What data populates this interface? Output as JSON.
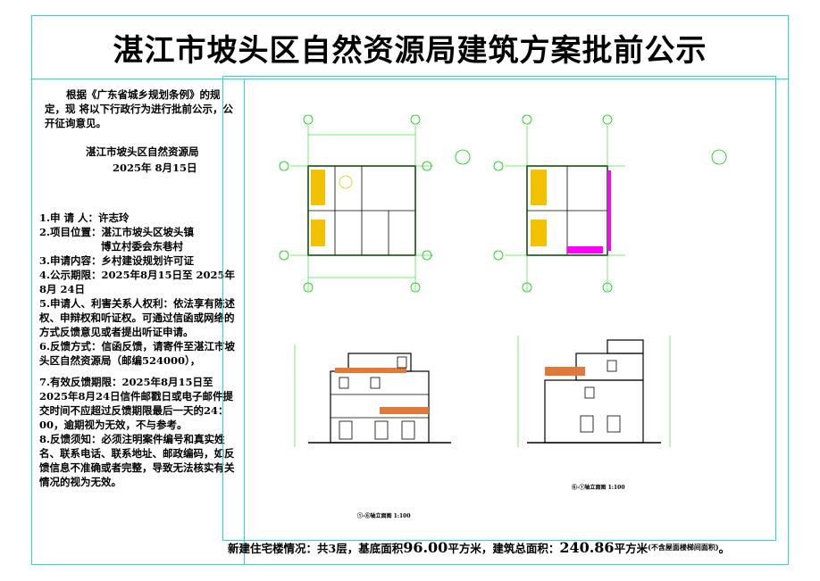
{
  "header": {
    "title": "湛江市坡头区自然资源局建筑方案批前公示"
  },
  "notice": {
    "intro": "根据《广东省城乡规划条例》的规定，现 将以下行政行为进行批前公示，公开征询意见。",
    "issuer": "湛江市坡头区自然资源局",
    "date": "2025年 8月15日"
  },
  "items": [
    "1.申 请 人：许志玲",
    "2.项目位置：湛江市坡头区坡头镇",
    "　　　　　　博立村委会东巷村",
    "3.申请内容：乡村建设规划许可证",
    "4.公示期限：2025年8月15日至 2025年8月 24日",
    "5.申请人、利害关系人权利：依法享有陈述权、申辩权和听证权。可通过信函或网络的方式反馈意见或者提出听证申请。",
    "6.反馈方式：信函反馈，请寄件至湛江市坡头区自然资源局（邮编524000），",
    "7.有效反馈期限：2025年8月15日至2025年8月24日信件邮戳日或电子邮件提交时间不应超过反馈期限最后一天的24：00，逾期视为无效，不与参考。",
    "8.反馈须知：必须注明案件编号和真实姓名、联系电话、联系地址、邮政编码，如反馈信息不准确或者完整，导致无法核实有关情况的视为无效。"
  ],
  "drawings": {
    "elevation_left_caption": "①-⑥轴立面图 1:100",
    "elevation_right_caption": "⑥-①轴立面图 1:100"
  },
  "footer": {
    "prefix": "新建住宅楼情况：共3层，基底面积",
    "base_area": "96.00",
    "mid": "平方米，建筑总面积：",
    "total_area": "240.86",
    "unit": "平方米",
    "note": "(不含屋面楼梯间面积)",
    "end": "。"
  },
  "colors": {
    "frame": "#2ad6d6",
    "grid": "#00cc00",
    "walls": "#000000",
    "accent": "#ff3030",
    "stair": "#f2c200",
    "wall_fill": "#ff00ff"
  }
}
